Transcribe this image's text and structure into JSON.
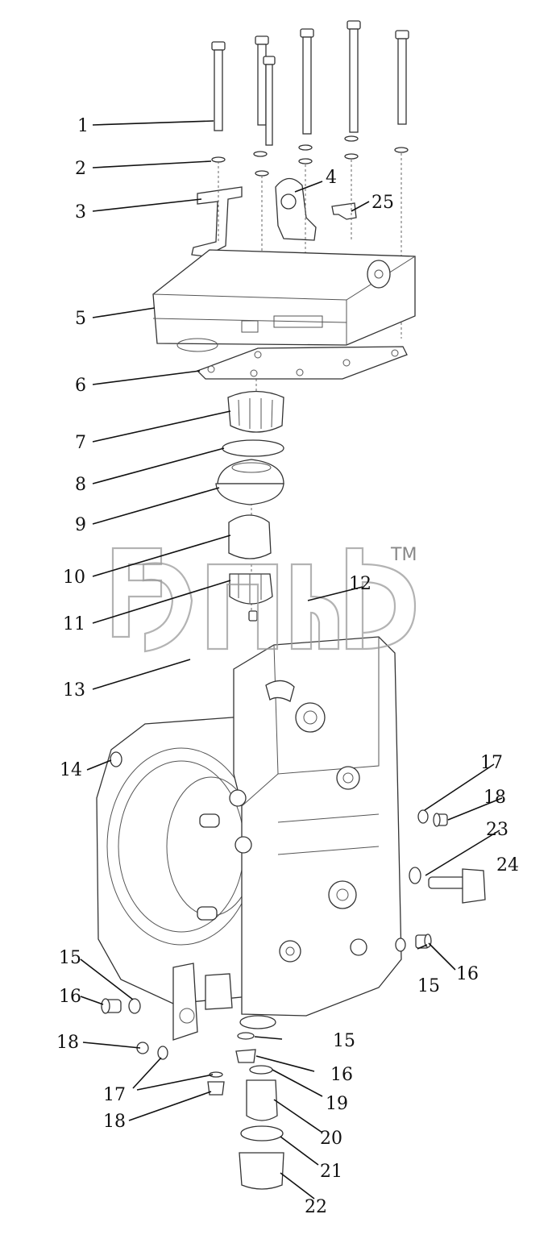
{
  "diagram": {
    "trademark": "TM",
    "callouts": [
      {
        "id": "c1",
        "label": "1"
      },
      {
        "id": "c2",
        "label": "2"
      },
      {
        "id": "c3",
        "label": "3"
      },
      {
        "id": "c4",
        "label": "4"
      },
      {
        "id": "c25",
        "label": "25"
      },
      {
        "id": "c5",
        "label": "5"
      },
      {
        "id": "c6",
        "label": "6"
      },
      {
        "id": "c7",
        "label": "7"
      },
      {
        "id": "c8",
        "label": "8"
      },
      {
        "id": "c9",
        "label": "9"
      },
      {
        "id": "c10",
        "label": "10"
      },
      {
        "id": "c11",
        "label": "11"
      },
      {
        "id": "c12",
        "label": "12"
      },
      {
        "id": "c13",
        "label": "13"
      },
      {
        "id": "c14",
        "label": "14"
      },
      {
        "id": "c17a",
        "label": "17"
      },
      {
        "id": "c18a",
        "label": "18"
      },
      {
        "id": "c23",
        "label": "23"
      },
      {
        "id": "c24",
        "label": "24"
      },
      {
        "id": "c16a",
        "label": "16"
      },
      {
        "id": "c15a",
        "label": "15"
      },
      {
        "id": "c15b",
        "label": "15"
      },
      {
        "id": "c16b",
        "label": "16"
      },
      {
        "id": "c18b",
        "label": "18"
      },
      {
        "id": "c15c",
        "label": "15"
      },
      {
        "id": "c16c",
        "label": "16"
      },
      {
        "id": "c17b",
        "label": "17"
      },
      {
        "id": "c19",
        "label": "19"
      },
      {
        "id": "c18c",
        "label": "18"
      },
      {
        "id": "c20",
        "label": "20"
      },
      {
        "id": "c21",
        "label": "21"
      },
      {
        "id": "c22",
        "label": "22"
      }
    ]
  }
}
